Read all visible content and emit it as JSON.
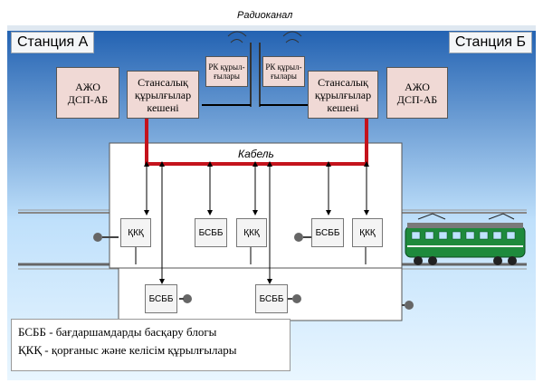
{
  "title": "Радиоканал",
  "station_a": "Станция А",
  "station_b": "Станция Б",
  "cable_label": "Кабель",
  "left": {
    "azho_line1": "АЖО",
    "azho_line2": "ДСП-АБ",
    "complex_line1": "Стансалық",
    "complex_line2": "құрылғылар",
    "complex_line3": "кешені",
    "rk_line1": "РК құрыл-",
    "rk_line2": "ғылары"
  },
  "right": {
    "azho_line1": "АЖО",
    "azho_line2": "ДСП-АБ",
    "complex_line1": "Стансалық",
    "complex_line2": "құрылғылар",
    "complex_line3": "кешені",
    "rk_line1": "РК құрыл-",
    "rk_line2": "ғылары"
  },
  "units_upper": [
    "ҚКҚ",
    "БСББ",
    "ҚКҚ",
    "БСББ",
    "ҚКҚ"
  ],
  "units_lower": [
    "БСББ",
    "БСББ"
  ],
  "legend": [
    "БСББ - бағдаршамдарды басқару блогы",
    "ҚКҚ - қорғаныс және келісім құрылғылары"
  ],
  "colors": {
    "sky_top": "#2a6fc0",
    "sky_bottom": "#dff0ff",
    "cable": "#c4131c",
    "box_fill": "#f0d9d5",
    "locomotive": "#1e8a3c"
  }
}
